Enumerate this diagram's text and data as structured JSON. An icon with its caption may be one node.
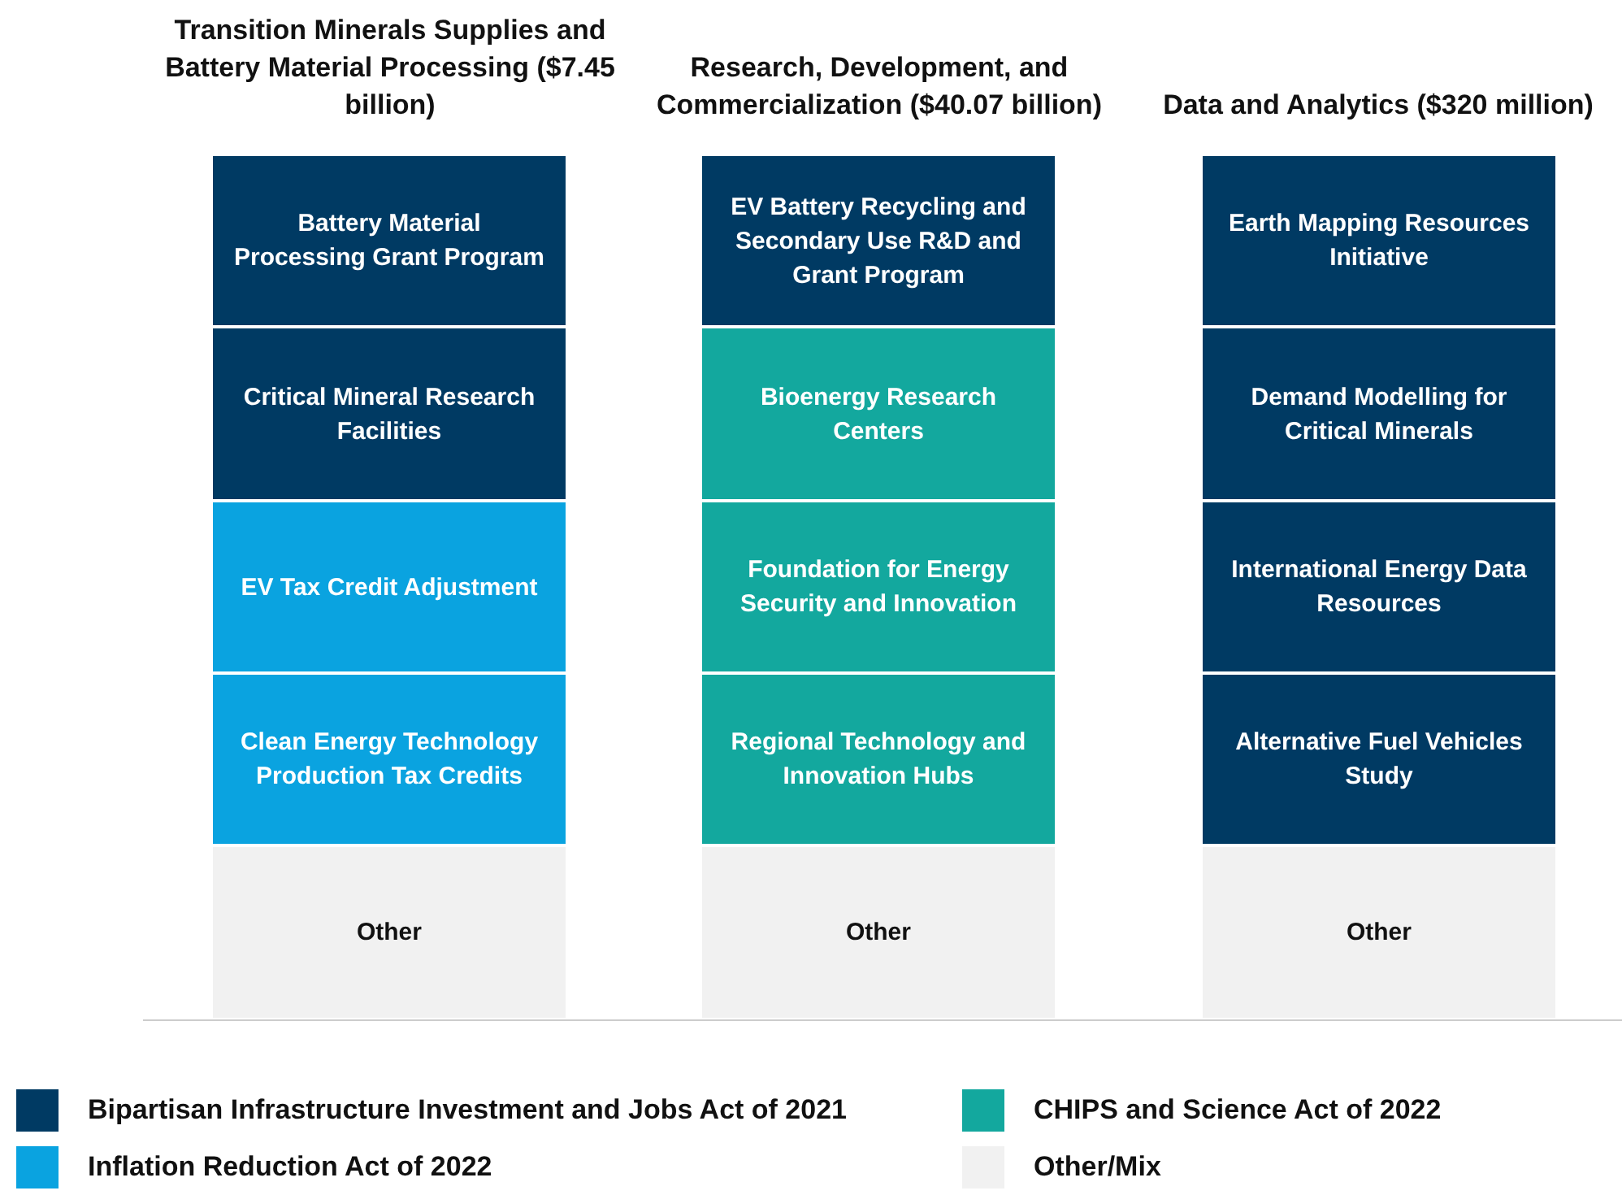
{
  "diagram": {
    "nodes": [
      {
        "text": [
          "Battery Material Processing Grant Program"
        ]
      },
      {
        "text": [
          "Critical Mineral Research Facilities"
        ]
      },
      {
        "text": [
          "EV Tax Credit Adjustment"
        ]
      },
      {
        "text": [
          "Clean Energy Technology Production Tax Credits"
        ]
      },
      {
        "text": [
          "Other"
        ]
      },
      {
        "text": [
          "EV Battery Recycling and Secondary Use R&D and Grant Program"
        ]
      },
      {
        "text": [
          "Bioenergy Research Centers"
        ]
      },
      {
        "text": [
          "Foundation for Energy Security and Innovation"
        ]
      },
      {
        "text": [
          "Regional Technology and Innovation Hubs"
        ]
      },
      {
        "text": [
          "Other"
        ]
      },
      {
        "text": [
          "Earth Mapping Resources Initiative"
        ]
      },
      {
        "text": [
          "Demand Modelling for Critical Minerals"
        ]
      },
      {
        "text": [
          "International Energy Data Resources"
        ]
      },
      {
        "text": [
          "Alternative Fuel Vehicles Study"
        ]
      },
      {
        "text": [
          "Other"
        ]
      }
    ],
    "labels": [
      "Transition Minerals Supplies and Battery Material Processing ($7.45 billion)",
      "Research, Development, and Commercialization ($40.07 billion)",
      "Data and Analytics ($320 million)"
    ],
    "legend": [
      {
        "text": "Bipartisan Infrastructure Investment and Jobs Act of 2021",
        "color": "#003a63"
      },
      {
        "text": "CHIPS and Science Act of 2022",
        "color": "#13a89e"
      },
      {
        "text": "Inflation Reduction Act of 2022",
        "color": "#0aa3e0"
      },
      {
        "text": "Other/Mix",
        "color": "#f1f1f1"
      }
    ]
  }
}
